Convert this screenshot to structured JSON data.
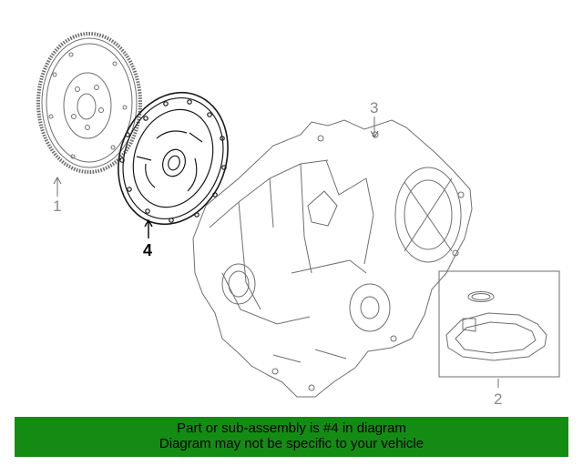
{
  "callouts": {
    "c1": "1",
    "c2": "2",
    "c3": "3",
    "c4": "4"
  },
  "banner": {
    "line1": "Part or sub-assembly is #4 in diagram",
    "line2": "Diagram may not be specific to your vehicle"
  },
  "colors": {
    "banner_bg": "#148c14",
    "line": "#6f6f6f",
    "highlight": "#000000"
  },
  "highlighted_part": "4"
}
